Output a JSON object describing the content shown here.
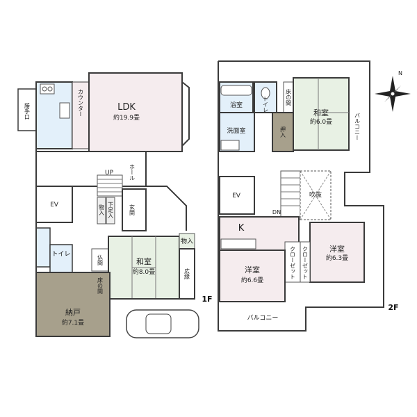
{
  "colors": {
    "ldk": "#f5ecee",
    "tatami": "#e8f1e4",
    "wet": "#e3f0fa",
    "storage": "#a7a08c",
    "balcony": "#ffffff",
    "western": "#f5ecee",
    "wall": "#3a3a3a"
  },
  "floor1": {
    "label": "1F",
    "ldk": {
      "name": "LDK",
      "size": "約19.9畳"
    },
    "counter": "カウンター",
    "katteguchi": "勝手口",
    "hall": "ホール",
    "up": "UP",
    "ev": "EV",
    "storage_small": "物入",
    "shoe_box": "下足入",
    "entrance": "玄関",
    "storage_tatami": "物入",
    "washitsu": {
      "name": "和室",
      "size": "約8.0畳"
    },
    "butsuma": "仏間",
    "tokonoma": "床の間",
    "hiroen": "広縁",
    "toilet": "トイレ",
    "nando": {
      "name": "納戸",
      "size": "約7.1畳"
    }
  },
  "floor2": {
    "label": "2F",
    "bath": "浴室",
    "toilet": "トイレ",
    "tokonoma": "床の間",
    "washitsu": {
      "name": "和室",
      "size": "約6.0畳"
    },
    "balcony_right": "バルコニー",
    "washroom": "洗面室",
    "oshiire": "押入",
    "ev": "EV",
    "fukinuke": "吹抜",
    "dn": "DN",
    "kitchen": "K",
    "closet1": "クローゼット",
    "closet2": "クローゼット",
    "yoshitsu1": {
      "name": "洋室",
      "size": "約6.3畳"
    },
    "yoshitsu2": {
      "name": "洋室",
      "size": "約6.6畳"
    },
    "balcony_bottom": "バルコニー"
  },
  "compass": "N"
}
